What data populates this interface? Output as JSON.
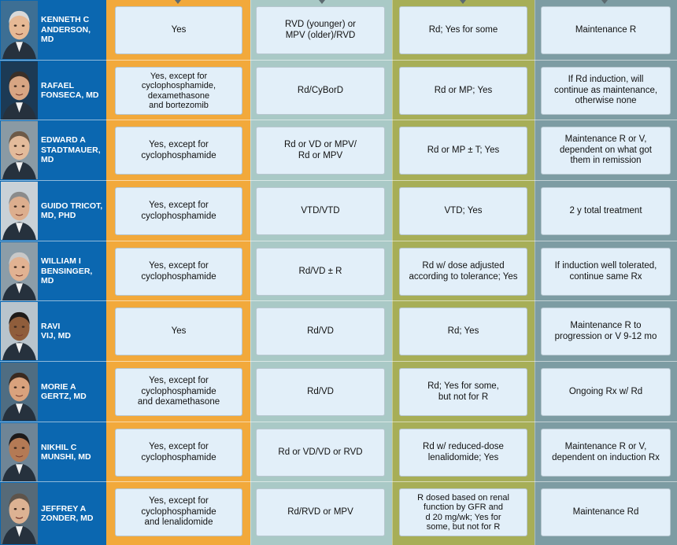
{
  "rows": [
    {
      "name": "KENNETH C ANDERSON, MD",
      "name_lines": [
        "KENNETH C",
        "ANDERSON, MD"
      ],
      "cells": [
        [
          "Yes"
        ],
        [
          "RVD (younger) or",
          "MPV (older)/RVD"
        ],
        [
          "Rd; Yes for some"
        ],
        [
          "Maintenance R"
        ]
      ]
    },
    {
      "name": "RAFAEL FONSECA, MD",
      "name_lines": [
        "RAFAEL",
        "FONSECA, MD"
      ],
      "cells": [
        [
          "Yes, except for",
          "cyclophosphamide,",
          "dexamethasone",
          "and bortezomib"
        ],
        [
          "Rd/CyBorD"
        ],
        [
          "Rd or MP; Yes"
        ],
        [
          "If Rd induction, will",
          "continue as maintenance,",
          "otherwise none"
        ]
      ]
    },
    {
      "name": "EDWARD A STADTMAUER, MD",
      "name_lines": [
        "EDWARD A",
        "STADTMAUER,",
        "MD"
      ],
      "cells": [
        [
          "Yes, except for",
          "cyclophosphamide"
        ],
        [
          "Rd or VD or MPV/",
          "Rd or MPV"
        ],
        [
          "Rd or MP ± T; Yes"
        ],
        [
          "Maintenance R or V,",
          "dependent on what got",
          "them in remission"
        ]
      ]
    },
    {
      "name": "GUIDO TRICOT, MD, PHD",
      "name_lines": [
        "GUIDO TRICOT,",
        "MD, PHD"
      ],
      "cells": [
        [
          "Yes, except for",
          "cyclophosphamide"
        ],
        [
          "VTD/VTD"
        ],
        [
          "VTD; Yes"
        ],
        [
          "2 y total treatment"
        ]
      ]
    },
    {
      "name": "WILLIAM I BENSINGER, MD",
      "name_lines": [
        "WILLIAM I",
        "BENSINGER,",
        "MD"
      ],
      "cells": [
        [
          "Yes, except for",
          "cyclophosphamide"
        ],
        [
          "Rd/VD ± R"
        ],
        [
          "Rd w/ dose adjusted",
          "according to tolerance; Yes"
        ],
        [
          "If induction well tolerated,",
          "continue same Rx"
        ]
      ]
    },
    {
      "name": "RAVI VIJ, MD",
      "name_lines": [
        "RAVI",
        "VIJ, MD"
      ],
      "cells": [
        [
          "Yes"
        ],
        [
          "Rd/VD"
        ],
        [
          "Rd; Yes"
        ],
        [
          "Maintenance R to",
          "progression or V 9-12 mo"
        ]
      ]
    },
    {
      "name": "MORIE A GERTZ, MD",
      "name_lines": [
        "MORIE A",
        "GERTZ, MD"
      ],
      "cells": [
        [
          "Yes, except for",
          "cyclophosphamide",
          "and dexamethasone"
        ],
        [
          "Rd/VD"
        ],
        [
          "Rd; Yes for some,",
          "but not for R"
        ],
        [
          "Ongoing Rx w/ Rd"
        ]
      ]
    },
    {
      "name": "NIKHIL C MUNSHI, MD",
      "name_lines": [
        "NIKHIL C",
        "MUNSHI, MD"
      ],
      "cells": [
        [
          "Yes, except for",
          "cyclophosphamide"
        ],
        [
          "Rd or VD/VD or RVD"
        ],
        [
          "Rd w/ reduced-dose",
          "lenalidomide; Yes"
        ],
        [
          "Maintenance R or V,",
          "dependent on induction Rx"
        ]
      ]
    },
    {
      "name": "JEFFREY A ZONDER, MD",
      "name_lines": [
        "JEFFREY A",
        "ZONDER, MD"
      ],
      "cells": [
        [
          "Yes, except for",
          "cyclophosphamide",
          "and lenalidomide"
        ],
        [
          "Rd/RVD or MPV"
        ],
        [
          "R dosed based on renal",
          "function by GFR and",
          "d 20 mg/wk; Yes for",
          "some, but not for R"
        ],
        [
          "Maintenance Rd"
        ]
      ]
    }
  ],
  "colors": {
    "name_column": "#0b67b0",
    "column_1": "#f2a93b",
    "column_2": "#a9c9c6",
    "column_3": "#a7ae57",
    "column_4": "#7d9ca3",
    "cell_fill": "#e2eff9"
  }
}
